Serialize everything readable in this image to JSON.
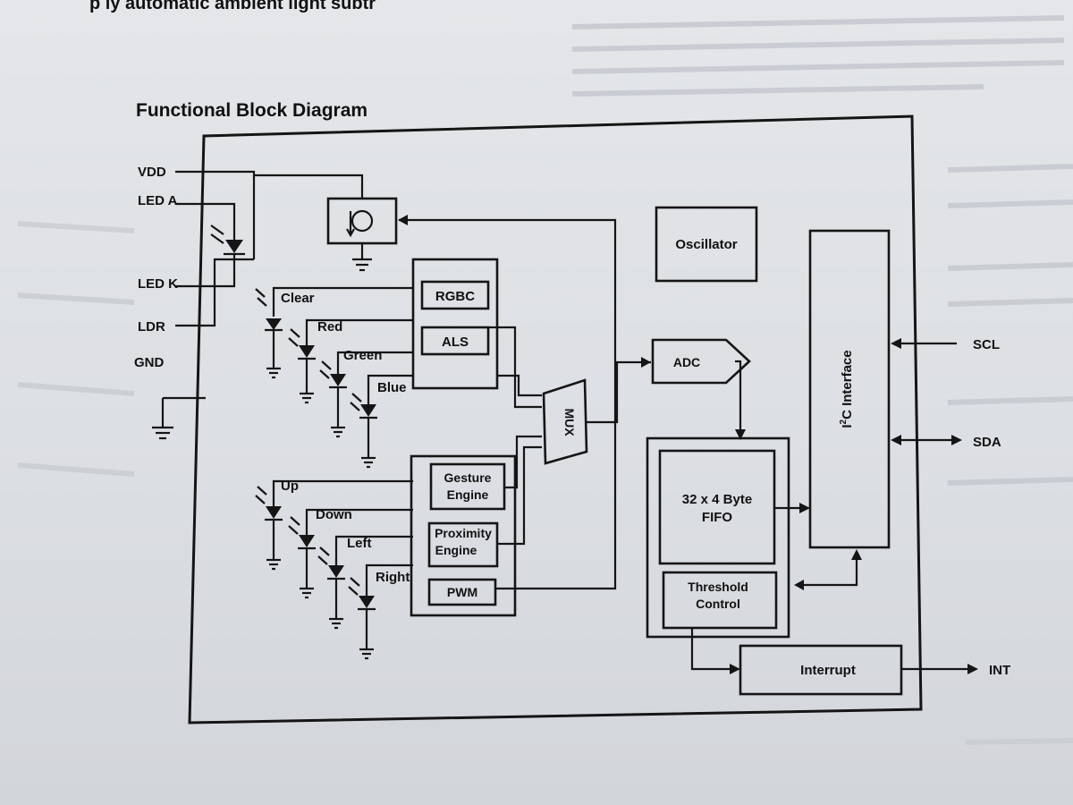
{
  "header_fragment": "p         ly automatic ambient light subtr",
  "title": "Functional Block Diagram",
  "pins_left": {
    "vdd": "VDD",
    "led_a": "LED A",
    "led_k": "LED K",
    "ldr": "LDR",
    "gnd": "GND"
  },
  "pins_right": {
    "scl": "SCL",
    "sda": "SDA",
    "int": "INT"
  },
  "photodiodes": {
    "clear": "Clear",
    "red": "Red",
    "green": "Green",
    "blue": "Blue",
    "up": "Up",
    "down": "Down",
    "left": "Left",
    "right": "Right"
  },
  "blocks": {
    "rgbc": "RGBC",
    "als": "ALS",
    "gesture_line1": "Gesture",
    "gesture_line2": "Engine",
    "proximity_line1": "Proximity",
    "proximity_line2": "Engine",
    "pwm": "PWM",
    "mux": "MUX",
    "adc": "ADC",
    "oscillator": "Oscillator",
    "fifo_line1": "32 x 4 Byte",
    "fifo_line2": "FIFO",
    "threshold_line1": "Threshold",
    "threshold_line2": "Control",
    "interrupt": "Interrupt",
    "i2c_prefix": "I",
    "i2c_sup": "2",
    "i2c_suffix": "C Interface"
  },
  "colors": {
    "ink": "#151515",
    "paper": "#e0e3e6",
    "bleed": "#b9bec5"
  }
}
